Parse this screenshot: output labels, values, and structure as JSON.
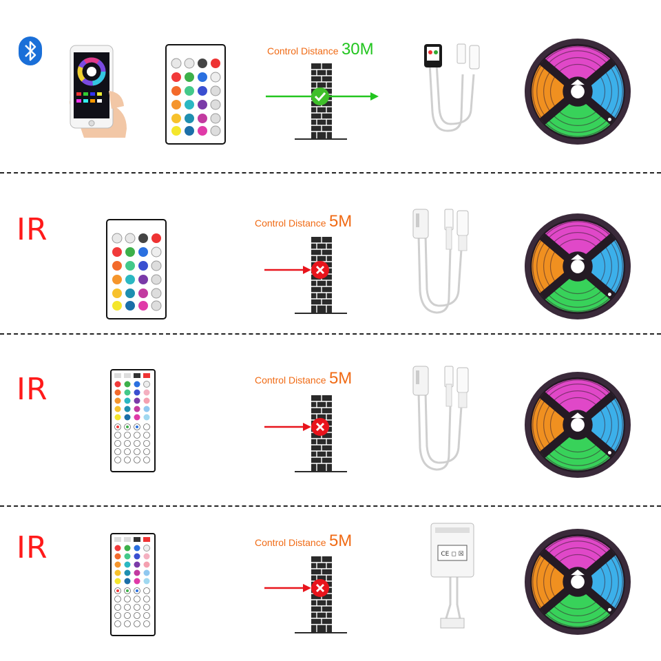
{
  "rows": [
    {
      "label": "",
      "label_icon": "bluetooth-icon",
      "remote": "24-key-remote",
      "controller": "bluetooth-controller",
      "control_label": "Control Distance",
      "distance": "30M",
      "passes_wall": true,
      "result_icon": "check-icon"
    },
    {
      "label": "IR",
      "remote": "24-key-remote",
      "controller": "mini-ir-controller",
      "control_label": "Control Distance",
      "distance": "5M",
      "passes_wall": false,
      "result_icon": "cross-icon"
    },
    {
      "label": "IR",
      "remote": "44-key-remote",
      "controller": "mini-ir-controller",
      "control_label": "Control Distance",
      "distance": "5M",
      "passes_wall": false,
      "result_icon": "cross-icon"
    },
    {
      "label": "IR",
      "remote": "44-key-remote",
      "controller": "ir-box-controller",
      "control_label": "Control Distance",
      "distance": "5M",
      "passes_wall": false,
      "result_icon": "cross-icon"
    }
  ],
  "colors": {
    "ir_text": "#ff1a1a",
    "label_orange": "#f06a14",
    "ok_green": "#22c51f",
    "fail_red": "#e8141c",
    "brick": "#2a2a2a"
  },
  "icons": [
    "bluetooth-icon",
    "smartphone-icon",
    "remote-icon",
    "brick-wall-icon",
    "check-icon",
    "cross-icon",
    "controller-icon",
    "led-strip-reel-icon"
  ]
}
